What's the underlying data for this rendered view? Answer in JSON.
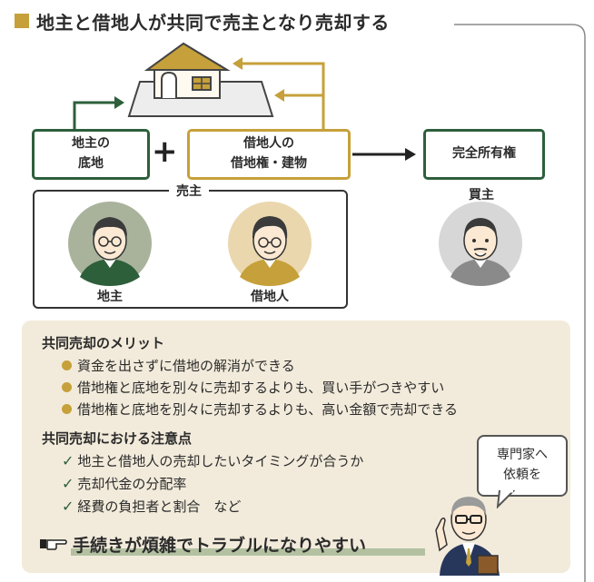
{
  "header": {
    "title": "地主と借地人が共同で売主となり売却する"
  },
  "diagram": {
    "landowner_box": [
      "地主の",
      "底地"
    ],
    "plus": "+",
    "tenant_box": [
      "借地人の",
      "借地権・建物"
    ],
    "buyer_box": "完全所有権",
    "sellers_label": "売主",
    "buyer_label": "買主",
    "people": {
      "landowner": "地主",
      "tenant": "借地人"
    }
  },
  "panel": {
    "merits_heading": "共同売却のメリット",
    "merits": [
      "資金を出さずに借地の解消ができる",
      "借地権と底地を別々に売却するよりも、買い手がつきやすい",
      "借地権と底地を別々に売却するよりも、高い金額で売却できる"
    ],
    "cautions_heading": "共同売却における注意点",
    "cautions": [
      "地主と借地人の売却したいタイミングが合うか",
      "売却代金の分配率",
      "経費の負担者と割合　など"
    ],
    "conclusion": "手続きが煩雑でトラブルになりやすい",
    "bubble": [
      "専門家へ",
      "依頼を"
    ]
  },
  "colors": {
    "green": "#2d5f3b",
    "gold": "#c6a03a",
    "panel": "#f2ebdb"
  }
}
